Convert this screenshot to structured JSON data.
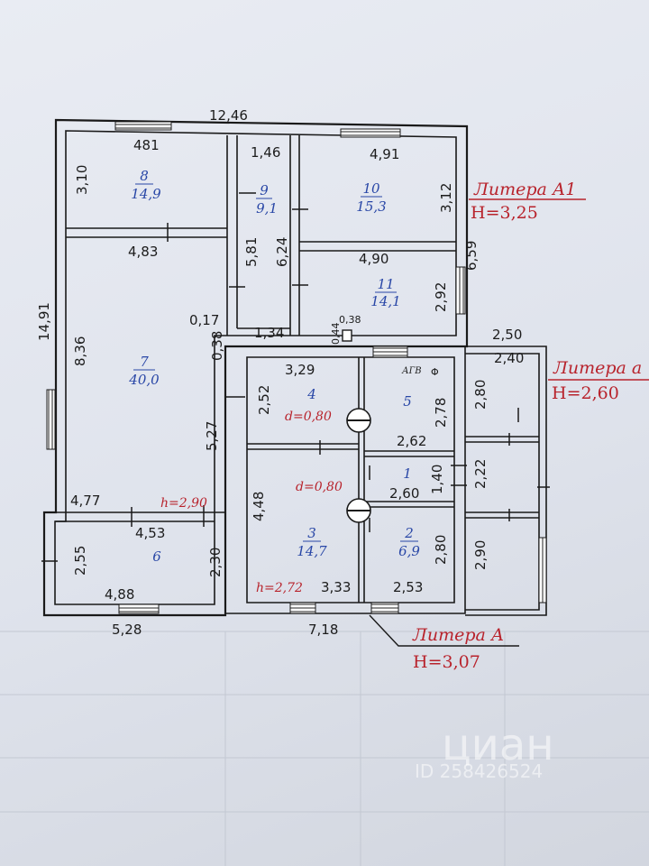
{
  "dimensions": {
    "top_total": "12,46",
    "left_total": "14,91",
    "d_481": "481",
    "d_310": "3,10",
    "d_146": "1,46",
    "d_491": "4,91",
    "d_312": "3,12",
    "d_483": "4,83",
    "d_581": "5,81",
    "d_624": "6,24",
    "d_490": "4,90",
    "d_292": "2,92",
    "d_659": "6,59",
    "d_836": "8,36",
    "d_017": "0,17",
    "d_038a": "0,38",
    "d_134": "1,34",
    "d_044": "0,44",
    "d_038b": "0,38",
    "d_250": "2,50",
    "d_240": "2,40",
    "d_329": "3,29",
    "d_252": "2,52",
    "d_278": "2,78",
    "d_280a": "2,80",
    "d_527": "5,27",
    "d_262": "2,62",
    "d_140": "1,40",
    "d_222": "2,22",
    "d_448": "4,48",
    "d_260": "2,60",
    "d_477": "4,77",
    "d_453": "4,53",
    "d_255": "2,55",
    "d_230": "2,30",
    "d_280b": "2,80",
    "d_290": "2,90",
    "d_488": "4,88",
    "d_333": "3,33",
    "d_253": "2,53",
    "d_528": "5,28",
    "d_718": "7,18"
  },
  "rooms": {
    "r8": {
      "num": "8",
      "area": "14,9"
    },
    "r9": {
      "num": "9",
      "area": "9,1"
    },
    "r10": {
      "num": "10",
      "area": "15,3"
    },
    "r11": {
      "num": "11",
      "area": "14,1"
    },
    "r7": {
      "num": "7",
      "area": "40,0"
    },
    "r4": {
      "num": "4"
    },
    "r5": {
      "num": "5"
    },
    "r1": {
      "num": "1"
    },
    "r3": {
      "num": "3",
      "area": "14,7"
    },
    "r2": {
      "num": "2",
      "area": "6,9"
    },
    "r6": {
      "num": "6"
    }
  },
  "labels": {
    "litera_a1": "Литера А1",
    "h_a1": "H=3,25",
    "litera_a_small": "Литера а",
    "h_a_small": "H=2,60",
    "litera_a": "Литера А",
    "h_a": "H=3,07",
    "h290": "h=2,90",
    "h272": "h=2,72",
    "d080a": "d=0,80",
    "d080b": "d=0,80",
    "agv": "АГВ",
    "phi": "Φ"
  },
  "watermark": {
    "brand": "циан",
    "id": "ID 258426524"
  },
  "colors": {
    "wall": "#1a1a1a",
    "room_text": "#2846a6",
    "annotation": "#b8232c"
  }
}
